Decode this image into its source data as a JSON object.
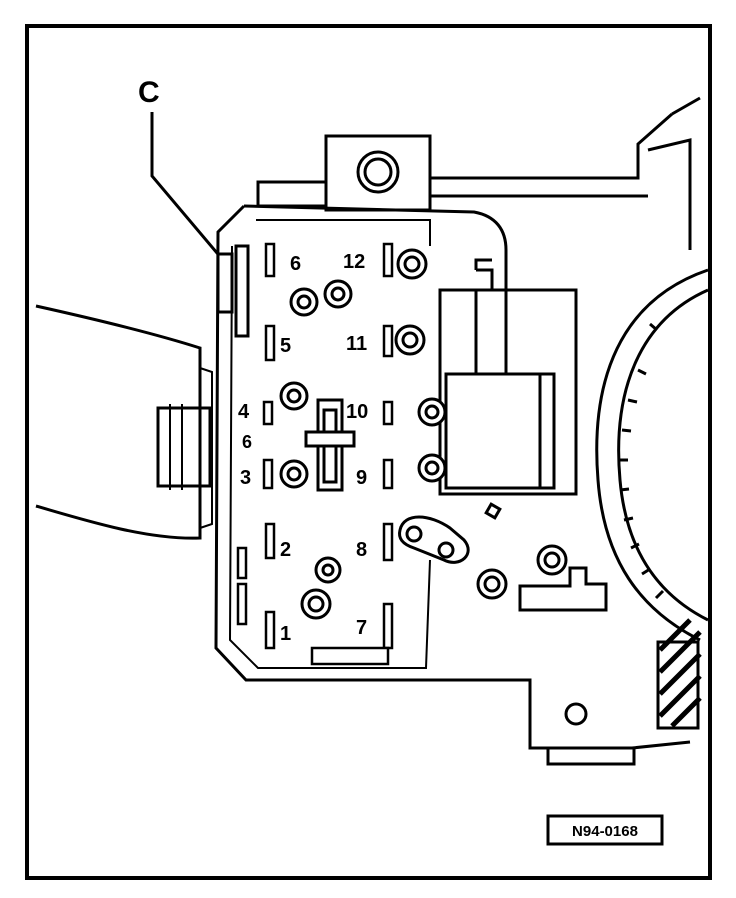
{
  "callout": {
    "label": "C"
  },
  "pins": {
    "p1": "1",
    "p2": "2",
    "p3": "3",
    "p4": "4",
    "p5": "5",
    "p6": "6",
    "p7": "7",
    "p8": "8",
    "p9": "9",
    "p10": "10",
    "p11": "11",
    "p12": "12"
  },
  "extra_mark": "6",
  "figure_id": "N94-0168",
  "colors": {
    "ink": "#000000",
    "paper": "#ffffff"
  }
}
